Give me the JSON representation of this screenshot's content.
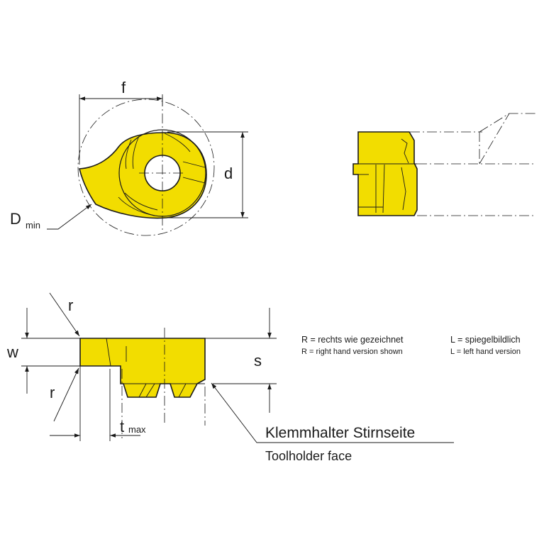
{
  "labels": {
    "f": "f",
    "d": "d",
    "d_min_main": "D",
    "d_min_sub": "min",
    "r_top": "r",
    "r_bottom": "r",
    "w": "w",
    "s": "s",
    "t_max_main": "t",
    "t_max_sub": "max"
  },
  "legend": {
    "r_de": "R = rechts wie gezeichnet",
    "r_en": "R = right hand version shown",
    "l_de": "L = spiegelbildlich",
    "l_en": "L = left hand version"
  },
  "caption": {
    "de": "Klemmhalter Stirnseite",
    "en": "Toolholder face"
  },
  "colors": {
    "insert": "#f2dd00",
    "line": "#1a1a1a"
  }
}
